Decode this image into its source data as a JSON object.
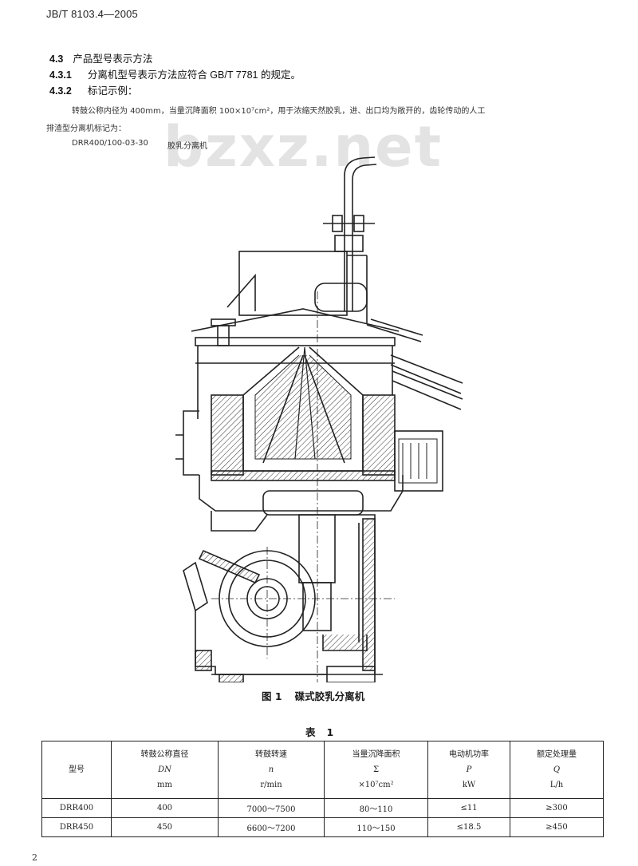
{
  "header": {
    "standard_code": "JB/T 8103.4—2005"
  },
  "watermark": "bzxz.net",
  "sections": [
    {
      "number": "4.3",
      "title": "产品型号表示方法"
    },
    {
      "number": "4.3.1",
      "title": "分离机型号表示方法应符合 GB/T 7781 的规定。"
    },
    {
      "number": "4.3.2",
      "title": "标记示例："
    }
  ],
  "example": {
    "paragraph_line1": "转鼓公称内径为 400mm，当量沉降面积 100×10⁷cm²，用于浓缩天然胶乳，进、出口均为敞开的，齿轮传动的人工",
    "paragraph_line2": "排渣型分离机标记为：",
    "model_code": "DRR400/100-03-30",
    "model_name": "胶乳分离机"
  },
  "figure": {
    "label": "图 1",
    "title": "碟式胶乳分离机"
  },
  "table": {
    "label": "表",
    "number": "1",
    "headers": [
      {
        "name": "型号",
        "symbol": "",
        "unit": ""
      },
      {
        "name": "转鼓公称直径",
        "symbol": "DN",
        "unit": "mm"
      },
      {
        "name": "转鼓转速",
        "symbol": "n",
        "unit": "r/min"
      },
      {
        "name": "当量沉降面积",
        "symbol": "Σ",
        "unit": "×10⁷cm²"
      },
      {
        "name": "电动机功率",
        "symbol": "P",
        "unit": "kW"
      },
      {
        "name": "额定处理量",
        "symbol": "Q",
        "unit": "L/h"
      }
    ],
    "rows": [
      [
        "DRR400",
        "400",
        "7000～7500",
        "80～110",
        "≤11",
        "≥300"
      ],
      [
        "DRR450",
        "450",
        "6600～7200",
        "110～150",
        "≤18.5",
        "≥450"
      ]
    ]
  },
  "footer": {
    "page_number": "2"
  }
}
